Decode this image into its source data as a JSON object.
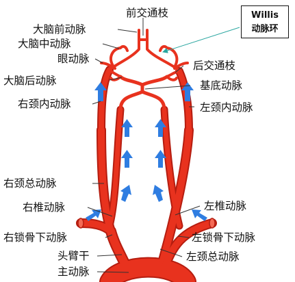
{
  "colors": {
    "artery": "#e8321e",
    "artery_dark": "#b51d10",
    "artery_light": "#f46a55",
    "arrow": "#2f7de1",
    "leader": "#333333"
  },
  "labels": {
    "anterior_communicating": "前交通枝",
    "anterior_cerebral": "大脑前动脉",
    "middle_cerebral": "大脑中动脉",
    "ophthalmic": "眼动脉",
    "posterior_communicating": "后交通枝",
    "posterior_cerebral": "大脑后动脉",
    "basilar": "基底动脉",
    "right_internal_carotid": "右颈内动脉",
    "left_internal_carotid": "左颈内动脉",
    "right_common_carotid": "右颈总动脉",
    "right_vertebral": "右椎动脉",
    "left_vertebral": "左椎动脉",
    "right_subclavian": "右锁骨下动脉",
    "left_subclavian": "左锁骨下动脉",
    "brachiocephalic_trunk": "头臂干",
    "left_common_carotid": "左颈总动脉",
    "aorta": "主动脉"
  },
  "willis_box": {
    "line1": "Willis",
    "line2": "动脉环"
  }
}
